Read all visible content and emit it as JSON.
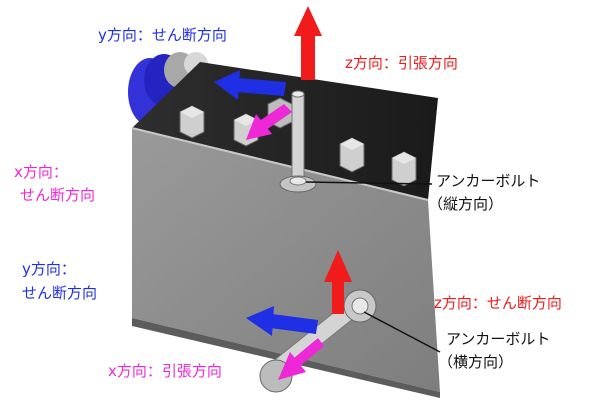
{
  "colors": {
    "tension": "#f21b1b",
    "shear_y": "#1f2fe6",
    "shear_x": "#ee28d6",
    "body": "#8e8e8e",
    "text": "#111111"
  },
  "labels": {
    "top_z": "z方向：引張方向",
    "top_y": "y方向：せん断方向",
    "top_x_1": "x方向：",
    "top_x_2": "せん断方向",
    "left_y_1": "y方向：",
    "left_y_2": "せん断方向",
    "bottom_z": "z方向：せん断方向",
    "bottom_x": "x方向：引張方向"
  },
  "callouts": {
    "vertical_1": "アンカーボルト",
    "vertical_2": "（縦方向）",
    "horizontal_1": "アンカーボルト",
    "horizontal_2": "（横方向）"
  }
}
